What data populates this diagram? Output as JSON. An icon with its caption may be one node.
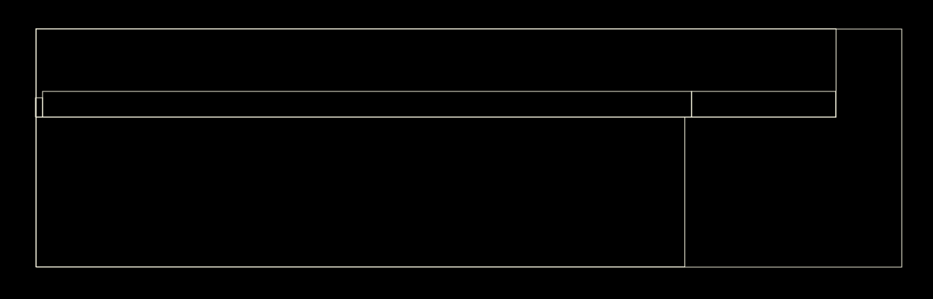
{
  "diagram": {
    "nodes": [
      {
        "text": [],
        "shape": "box"
      },
      {
        "text": [],
        "shape": "box",
        "in": 0
      },
      {
        "text": [],
        "shape": "box",
        "in": 1
      },
      {
        "text": [],
        "shape": "box",
        "in": 1
      },
      {
        "text": [],
        "shape": "box",
        "in": 1
      },
      {
        "text": [],
        "shape": "box",
        "in": 0
      }
    ]
  }
}
